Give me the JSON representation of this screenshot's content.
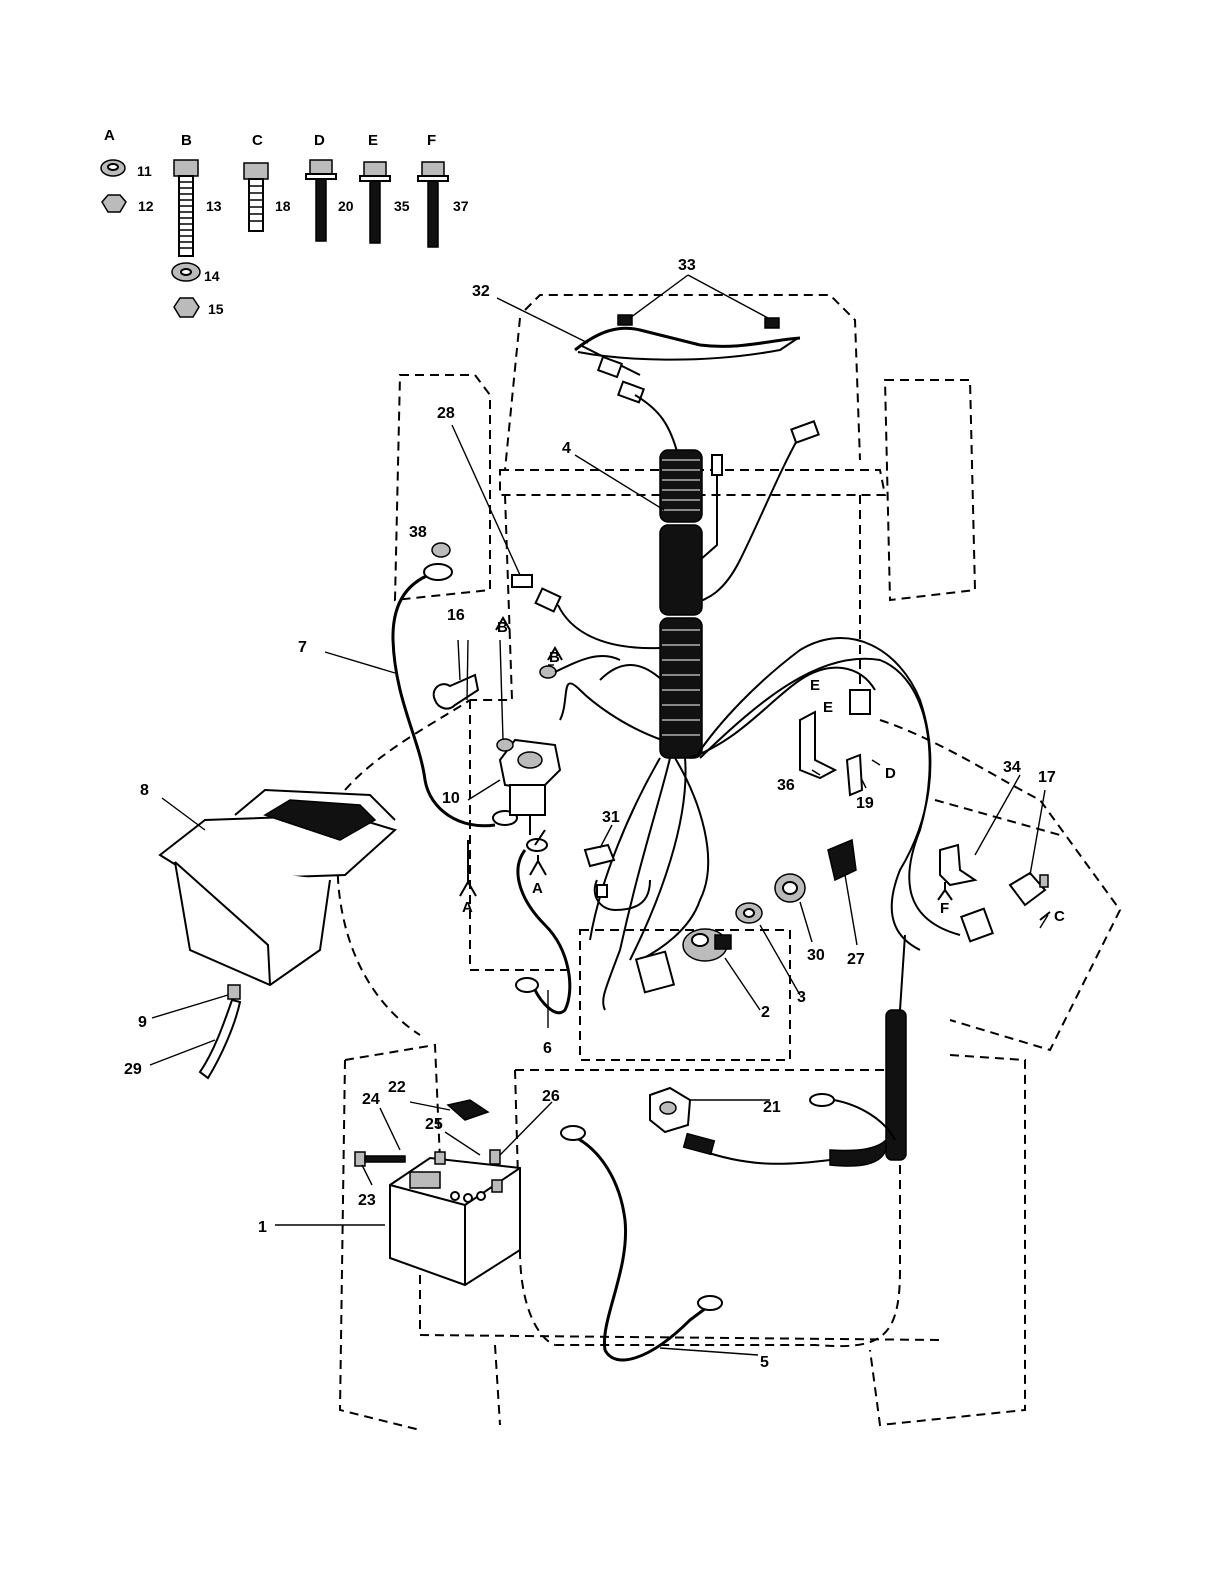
{
  "hardware_letters": [
    "A",
    "B",
    "C",
    "D",
    "E",
    "F"
  ],
  "hardware_numbers": [
    "11",
    "12",
    "13",
    "14",
    "15",
    "18",
    "20",
    "35",
    "37"
  ],
  "callouts": {
    "n1": "1",
    "n2": "2",
    "n3": "3",
    "n4": "4",
    "n5": "5",
    "n6": "6",
    "n7": "7",
    "n8": "8",
    "n9": "9",
    "n10": "10",
    "n16": "16",
    "n17": "17",
    "n19": "19",
    "n21": "21",
    "n22": "22",
    "n23": "23",
    "n24": "24",
    "n25": "25",
    "n26": "26",
    "n27": "27",
    "n28": "28",
    "n29": "29",
    "n30": "30",
    "n31": "31",
    "n32": "32",
    "n33": "33",
    "n34": "34",
    "n36": "36",
    "n38": "38"
  },
  "letter_marks": {
    "A": "A",
    "B": "B",
    "C": "C",
    "D": "D",
    "E": "E",
    "F": "F"
  }
}
